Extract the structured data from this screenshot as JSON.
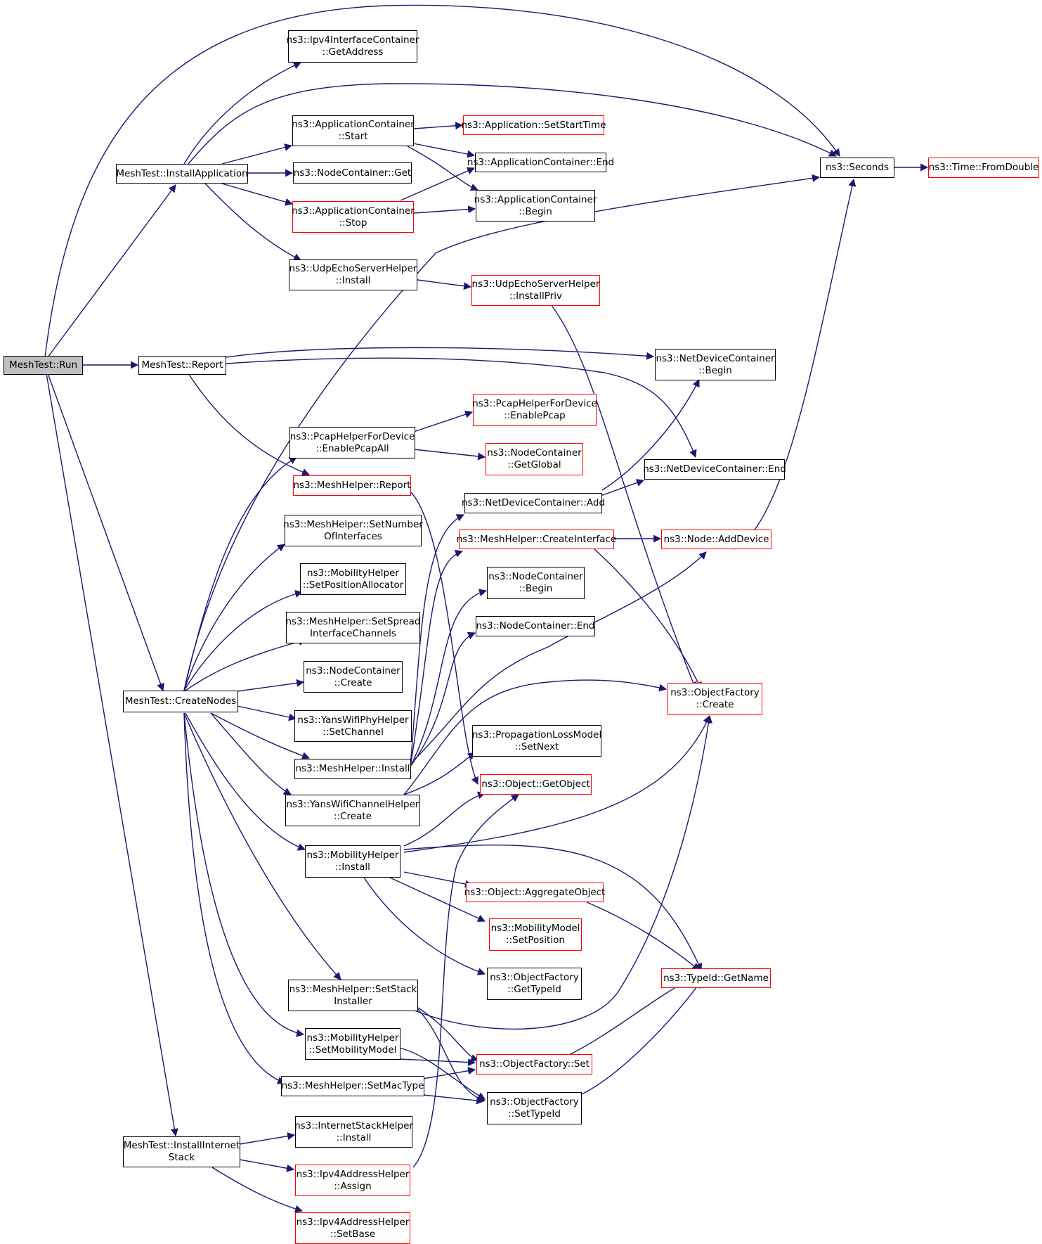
{
  "colors": {
    "edge": "#191970",
    "border_default": "#000000",
    "border_external": "#ff0000",
    "root_fill": "#bfbfbf"
  },
  "nodes": {
    "run": {
      "l1": "MeshTest::Run",
      "style": "root"
    },
    "install_application": {
      "l1": "MeshTest::InstallApplication",
      "style": "black"
    },
    "report": {
      "l1": "MeshTest::Report",
      "style": "black"
    },
    "create_nodes": {
      "l1": "MeshTest::CreateNodes",
      "style": "black"
    },
    "install_internet_stack": {
      "l1": "MeshTest::InstallInternet",
      "l2": "Stack",
      "style": "black"
    },
    "ipv4_ic_getaddress": {
      "l1": "ns3::Ipv4InterfaceContainer",
      "l2": "::GetAddress",
      "style": "black"
    },
    "appcontainer_start": {
      "l1": "ns3::ApplicationContainer",
      "l2": "::Start",
      "style": "black"
    },
    "nodecontainer_get": {
      "l1": "ns3::NodeContainer::Get",
      "style": "black"
    },
    "appcontainer_stop": {
      "l1": "ns3::ApplicationContainer",
      "l2": "::Stop",
      "style": "red"
    },
    "udpecho_install": {
      "l1": "ns3::UdpEchoServerHelper",
      "l2": "::Install",
      "style": "black"
    },
    "app_setstarttime": {
      "l1": "ns3::Application::SetStartTime",
      "style": "red"
    },
    "appcontainer_end": {
      "l1": "ns3::ApplicationContainer::End",
      "style": "black"
    },
    "appcontainer_begin": {
      "l1": "ns3::ApplicationContainer",
      "l2": "::Begin",
      "style": "black"
    },
    "udpecho_installpriv": {
      "l1": "ns3::UdpEchoServerHelper",
      "l2": "::InstallPriv",
      "style": "red"
    },
    "seconds": {
      "l1": "ns3::Seconds",
      "style": "black"
    },
    "time_fromdouble": {
      "l1": "ns3::Time::FromDouble",
      "style": "red"
    },
    "netdevcontainer_begin": {
      "l1": "ns3::NetDeviceContainer",
      "l2": "::Begin",
      "style": "black"
    },
    "netdevcontainer_end": {
      "l1": "ns3::NetDeviceContainer::End",
      "style": "black"
    },
    "pcap_enablepcapall": {
      "l1": "ns3::PcapHelperForDevice",
      "l2": "::EnablePcapAll",
      "style": "black"
    },
    "meshhelper_report": {
      "l1": "ns3::MeshHelper::Report",
      "style": "red"
    },
    "pcap_enablepcap": {
      "l1": "ns3::PcapHelperForDevice",
      "l2": "::EnablePcap",
      "style": "red"
    },
    "nodecontainer_getglobal": {
      "l1": "ns3::NodeContainer",
      "l2": "::GetGlobal",
      "style": "red"
    },
    "netdevcontainer_add": {
      "l1": "ns3::NetDeviceContainer::Add",
      "style": "black"
    },
    "meshhelper_createinterface": {
      "l1": "ns3::MeshHelper::CreateInterface",
      "style": "red"
    },
    "node_adddevice": {
      "l1": "ns3::Node::AddDevice",
      "style": "red"
    },
    "meshhelper_setnumberofinterfaces": {
      "l1": "ns3::MeshHelper::SetNumber",
      "l2": "OfInterfaces",
      "style": "black"
    },
    "mobility_setpositionallocator": {
      "l1": "ns3::MobilityHelper",
      "l2": "::SetPositionAllocator",
      "style": "black"
    },
    "meshhelper_setspreadinterfacechannels": {
      "l1": "ns3::MeshHelper::SetSpread",
      "l2": "InterfaceChannels",
      "style": "black"
    },
    "nodecontainer_create": {
      "l1": "ns3::NodeContainer",
      "l2": "::Create",
      "style": "black"
    },
    "yanswifiphy_setchannel": {
      "l1": "ns3::YansWifiPhyHelper",
      "l2": "::SetChannel",
      "style": "black"
    },
    "meshhelper_install": {
      "l1": "ns3::MeshHelper::Install",
      "style": "black"
    },
    "yanswifichannel_create": {
      "l1": "ns3::YansWifiChannelHelper",
      "l2": "::Create",
      "style": "black"
    },
    "mobility_install": {
      "l1": "ns3::MobilityHelper",
      "l2": "::Install",
      "style": "black"
    },
    "nodecontainer_begin": {
      "l1": "ns3::NodeContainer",
      "l2": "::Begin",
      "style": "black"
    },
    "nodecontainer_end": {
      "l1": "ns3::NodeContainer::End",
      "style": "black"
    },
    "objectfactory_create": {
      "l1": "ns3::ObjectFactory",
      "l2": "::Create",
      "style": "red"
    },
    "propagationloss_setnext": {
      "l1": "ns3::PropagationLossModel",
      "l2": "::SetNext",
      "style": "black"
    },
    "object_getobject": {
      "l1": "ns3::Object::GetObject",
      "style": "red"
    },
    "object_aggregateobject": {
      "l1": "ns3::Object::AggregateObject",
      "style": "red"
    },
    "mobilitymodel_setposition": {
      "l1": "ns3::MobilityModel",
      "l2": "::SetPosition",
      "style": "red"
    },
    "objectfactory_gettypeid": {
      "l1": "ns3::ObjectFactory",
      "l2": "::GetTypeId",
      "style": "black"
    },
    "typeid_getname": {
      "l1": "ns3::TypeId::GetName",
      "style": "red"
    },
    "meshhelper_setstackinstaller": {
      "l1": "ns3::MeshHelper::SetStack",
      "l2": "Installer",
      "style": "black"
    },
    "mobility_setmobilitymodel": {
      "l1": "ns3::MobilityHelper",
      "l2": "::SetMobilityModel",
      "style": "black"
    },
    "meshhelper_setmactype": {
      "l1": "ns3::MeshHelper::SetMacType",
      "style": "black"
    },
    "objectfactory_set": {
      "l1": "ns3::ObjectFactory::Set",
      "style": "red"
    },
    "objectfactory_settypeid": {
      "l1": "ns3::ObjectFactory",
      "l2": "::SetTypeId",
      "style": "black"
    },
    "internetstack_install": {
      "l1": "ns3::InternetStackHelper",
      "l2": "::Install",
      "style": "black"
    },
    "ipv4address_assign": {
      "l1": "ns3::Ipv4AddressHelper",
      "l2": "::Assign",
      "style": "red"
    },
    "ipv4address_setbase": {
      "l1": "ns3::Ipv4AddressHelper",
      "l2": "::SetBase",
      "style": "red"
    }
  }
}
